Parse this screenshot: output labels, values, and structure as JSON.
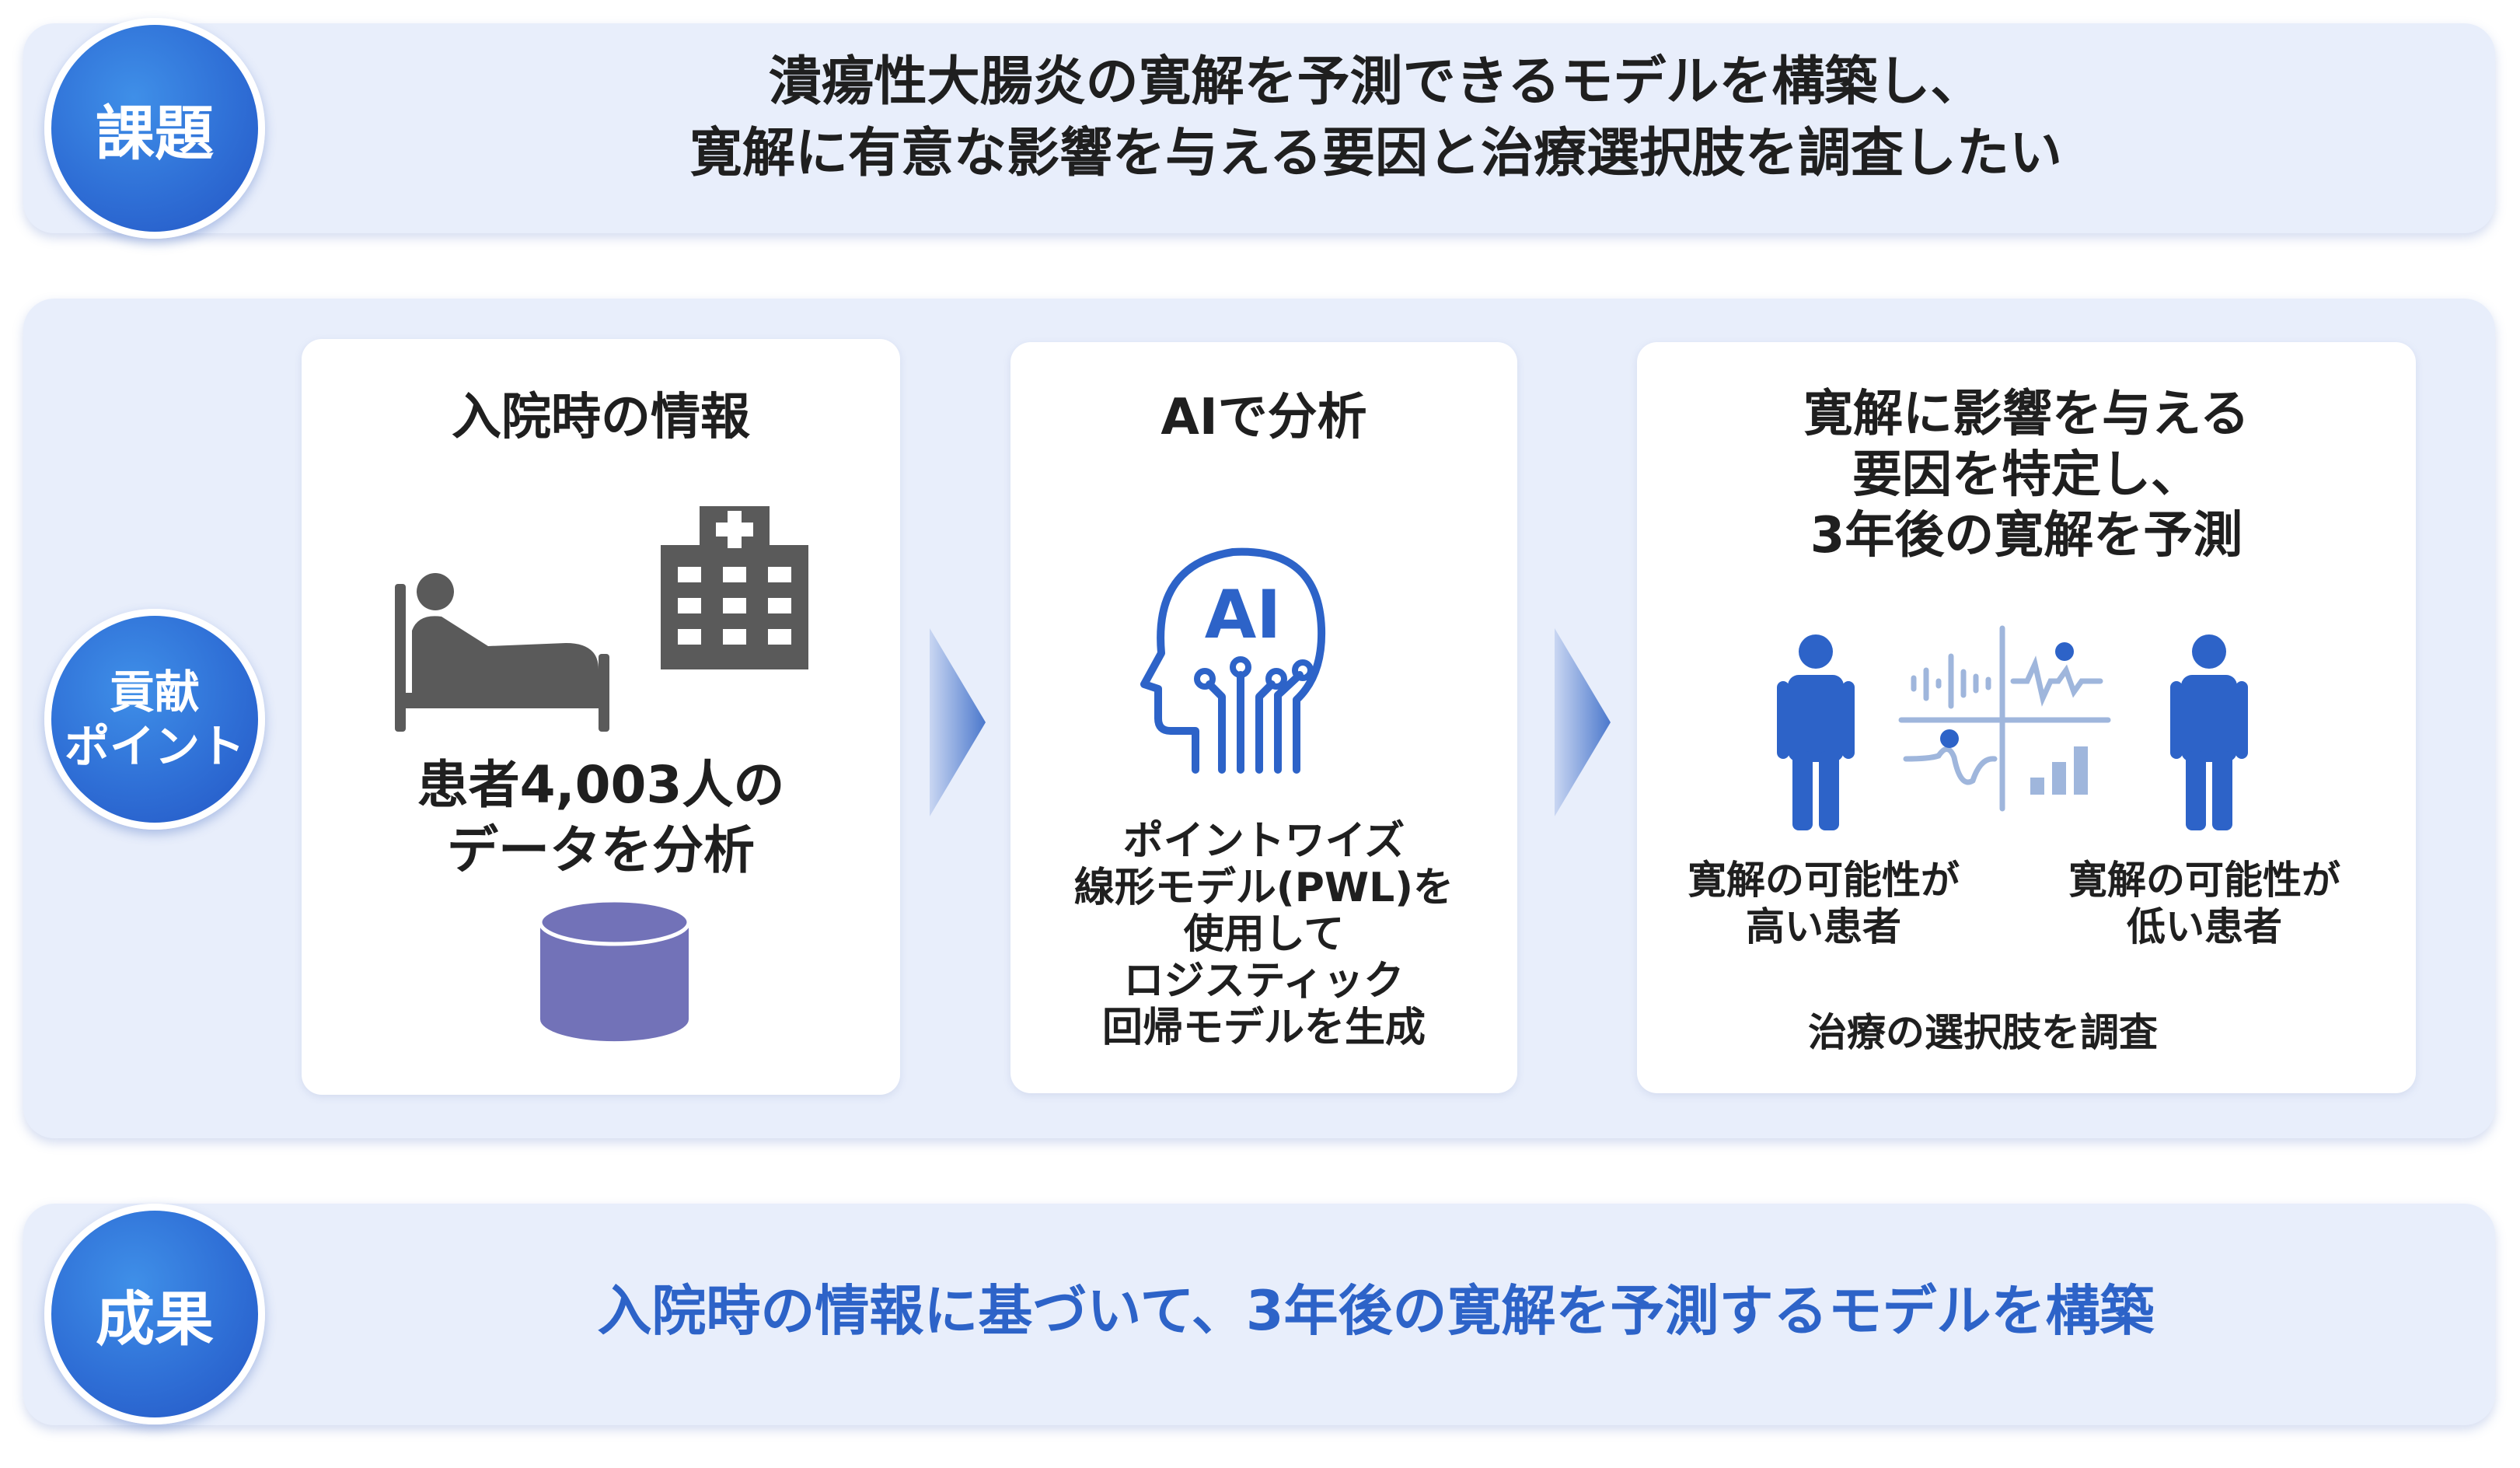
{
  "issue": {
    "label": "課題",
    "line1": "潰瘍性大腸炎の寛解を予測できるモデルを構築し、",
    "line2": "寛解に有意な影響を与える要因と治療選択肢を調査したい"
  },
  "contribution": {
    "label_line1": "貢献",
    "label_line2": "ポイント",
    "card1": {
      "heading": "入院時の情報",
      "text_line1": "患者4,003人の",
      "text_line2": "データを分析"
    },
    "card2": {
      "heading": "AIで分析",
      "icon_text": "AI",
      "text_lines": [
        "ポイントワイズ",
        "線形モデル(PWL)を",
        "使用して",
        "ロジスティック",
        "回帰モデルを生成"
      ]
    },
    "card3": {
      "heading_lines": [
        "寛解に影響を与える",
        "要因を特定し、",
        "3年後の寛解を予測"
      ],
      "left_label_line1": "寛解の可能性が",
      "left_label_line2": "高い患者",
      "right_label_line1": "寛解の可能性が",
      "right_label_line2": "低い患者",
      "footer": "治療の選択肢を調査"
    }
  },
  "result": {
    "label": "成果",
    "text": "入院時の情報に基づいて、3年後の寛解を予測するモデルを構築"
  },
  "colors": {
    "panel_bg": "#e8eefb",
    "accent_blue": "#2d63c8",
    "icon_gray": "#5a5a5a",
    "database_purple": "#7272b8",
    "chart_lightblue": "#9fb6dc"
  },
  "icons": [
    "bed-patient-icon",
    "hospital-icon",
    "database-icon",
    "ai-head-icon",
    "person-icon",
    "chart-quadrant-icon",
    "chevron-right-icon"
  ]
}
